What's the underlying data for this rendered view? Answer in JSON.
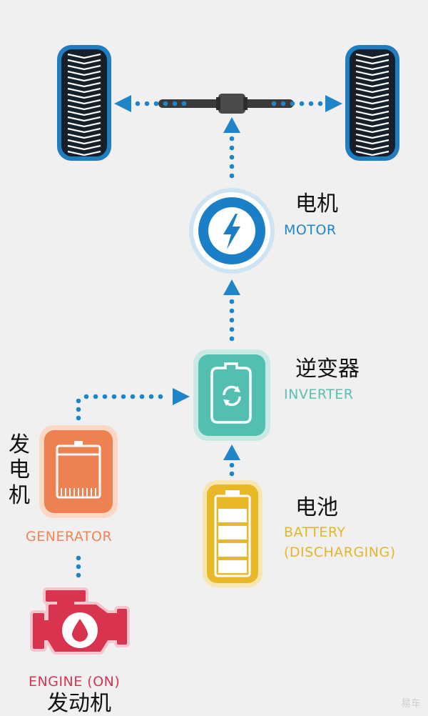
{
  "components": {
    "motor": {
      "label_cn": "电机",
      "label_en": "MOTOR"
    },
    "inverter": {
      "label_cn": "逆变器",
      "label_en": "INVERTER"
    },
    "generator": {
      "label_cn": "发电机",
      "label_en": "GENERATOR"
    },
    "battery": {
      "label_cn": "电池",
      "label_en_line1": "BATTERY",
      "label_en_line2": "(DISCHARGING)"
    },
    "engine": {
      "label_cn": "发动机",
      "label_en": "ENGINE (ON)"
    }
  },
  "watermark": "易车",
  "colors": {
    "flow_blue": "#1f85c9",
    "motor_blue": "#1b7fc8",
    "inverter_teal": "#53bfb0",
    "generator_orange": "#ed8152",
    "battery_yellow": "#e9b829",
    "engine_red": "#d9344f",
    "tire_dark": "#15202b",
    "tire_rim": "#1f7dc0"
  },
  "icons": [
    "tire-icon",
    "axle-icon",
    "lightning-bolt-icon",
    "recycle-arrows-icon",
    "generator-icon",
    "battery-icon",
    "oil-drop-icon"
  ]
}
